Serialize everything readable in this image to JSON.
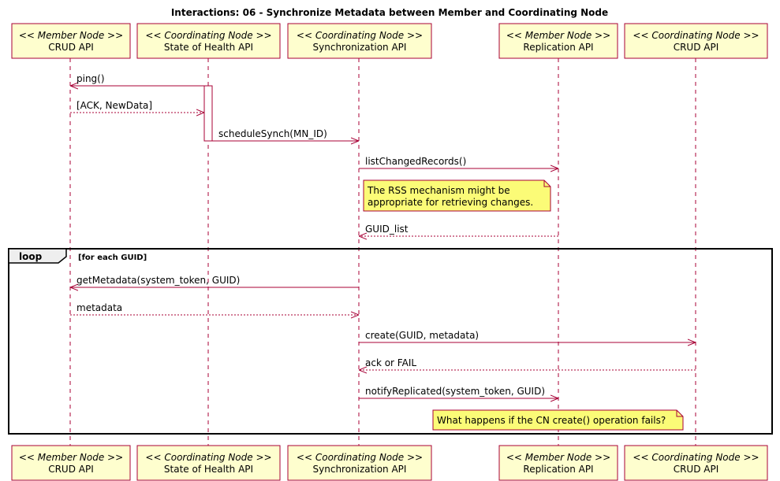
{
  "title": "Interactions: 06 - Synchronize Metadata between Member and Coordinating Node",
  "colors": {
    "box_fill": "#FEFECE",
    "line": "#A80036",
    "note_fill": "#FBFB77"
  },
  "participants": [
    {
      "stereotype": "<< Member Node >>",
      "name": "CRUD API"
    },
    {
      "stereotype": "<< Coordinating Node >>",
      "name": "State of Health API"
    },
    {
      "stereotype": "<< Coordinating Node >>",
      "name": "Synchronization API"
    },
    {
      "stereotype": "<< Member Node >>",
      "name": "Replication API"
    },
    {
      "stereotype": "<< Coordinating Node >>",
      "name": "CRUD API"
    }
  ],
  "messages": [
    {
      "from": 1,
      "to": 0,
      "label": "ping()",
      "style": "solid"
    },
    {
      "from": 0,
      "to": 1,
      "label": "[ACK, NewData]",
      "style": "dashed"
    },
    {
      "from": 1,
      "to": 2,
      "label": "scheduleSynch(MN_ID)",
      "style": "solid"
    },
    {
      "from": 2,
      "to": 3,
      "label": "listChangedRecords()",
      "style": "solid"
    },
    {
      "from": 3,
      "to": 2,
      "label": "GUID_list",
      "style": "dashed"
    },
    {
      "from": 2,
      "to": 0,
      "label": "getMetadata(system_token, GUID)",
      "style": "solid"
    },
    {
      "from": 0,
      "to": 2,
      "label": "metadata",
      "style": "dashed"
    },
    {
      "from": 2,
      "to": 4,
      "label": "create(GUID, metadata)",
      "style": "solid"
    },
    {
      "from": 4,
      "to": 2,
      "label": "ack or FAIL",
      "style": "dashed"
    },
    {
      "from": 2,
      "to": 3,
      "label": "notifyReplicated(system_token, GUID)",
      "style": "solid"
    }
  ],
  "notes": [
    {
      "lines": [
        "The RSS mechanism might be",
        "appropriate for retrieving changes."
      ]
    },
    {
      "lines": [
        "What happens if the CN create() operation fails?"
      ]
    }
  ],
  "loop": {
    "keyword": "loop",
    "condition": "[for each GUID]"
  }
}
